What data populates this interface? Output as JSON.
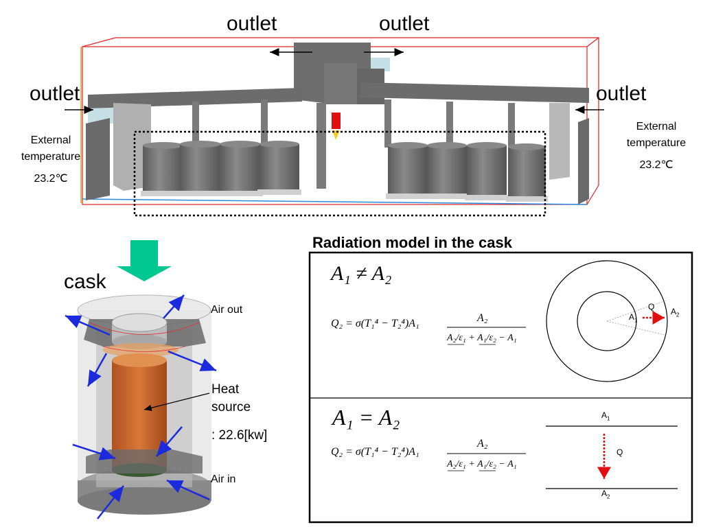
{
  "labels": {
    "outlet_top_left": "outlet",
    "outlet_top_right": "outlet",
    "outlet_left": "outlet",
    "outlet_right": "outlet",
    "ext_temp_left_line1": "External",
    "ext_temp_left_line2": "temperature",
    "ext_temp_left_value": "23.2℃",
    "ext_temp_right_line1": "External",
    "ext_temp_right_line2": "temperature",
    "ext_temp_right_value": "23.2℃",
    "cask": "cask",
    "air_out": "Air out",
    "heat_source_line1": "Heat",
    "heat_source_line2": "source",
    "heat_power": ": 22.6[kw]",
    "air_in": "Air in",
    "radiation_title": "Radiation model in the cask"
  },
  "equations": {
    "case1_condition": "A₁ ≠ A₂",
    "case2_condition": "A₁ = A₂",
    "q_label": "Q₂ = σ(T₁⁴ − T₂⁴)A₁",
    "numerator": "A₂",
    "denominator": "A₂/ε₁ + A₁/ε₂ − A₁"
  },
  "diagram_labels": {
    "q": "Q",
    "a1": "A",
    "a2": "A",
    "sub1": "1",
    "sub2": "2"
  },
  "colors": {
    "building": "#6e6e6e",
    "building_dark": "#555555",
    "cask_body": "#7a7a7a",
    "heat_source": "#c86428",
    "arrow_blue": "#1a2adc",
    "arrow_green": "#00c890",
    "bbox_red": "#e02020",
    "q_arrow": "#e01010"
  }
}
